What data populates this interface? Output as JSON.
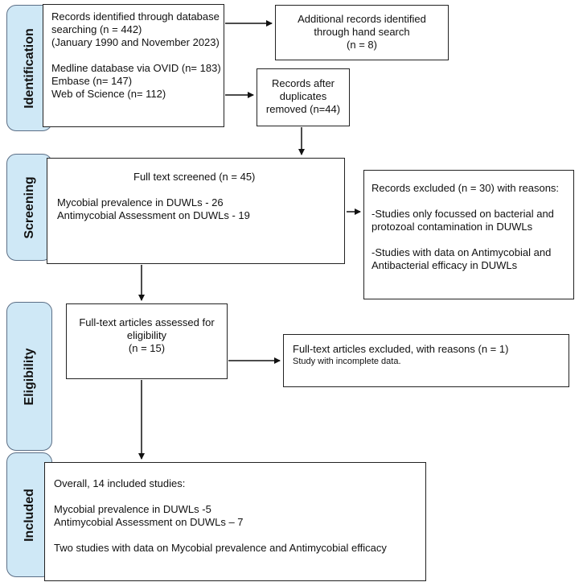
{
  "stages": {
    "identification": "Identification",
    "screening": "Screening",
    "eligibility": "Eligibility",
    "included": "Included"
  },
  "boxes": {
    "database": {
      "lines": [
        "Records identified through database",
        "searching (n = 442)",
        "(January 1990 and November 2023)",
        "",
        "Medline database via OVID (n= 183)",
        "Embase (n= 147)",
        "Web of Science (n= 112)"
      ]
    },
    "hand_search": {
      "lines": [
        "Additional records identified",
        "through hand search",
        "(n = 8)"
      ]
    },
    "duplicates": {
      "lines": [
        "Records after",
        "duplicates",
        "removed (n=44)"
      ]
    },
    "screened": {
      "title": "Full text screened (n = 45)",
      "lines": [
        "Mycobial prevalence in DUWLs - 26",
        "Antimycobial Assessment on DUWLs - 19"
      ]
    },
    "excluded_screening": {
      "lines": [
        "Records excluded (n = 30) with reasons:",
        "",
        "-Studies only focussed on bacterial and",
        "protozoal contamination in DUWLs",
        "",
        "-Studies with data on Antimycobial and",
        "Antibacterial efficacy in DUWLs"
      ]
    },
    "eligibility": {
      "lines": [
        "Full-text articles assessed for",
        "eligibility",
        "(n = 15)"
      ]
    },
    "excluded_eligibility": {
      "title": "Full-text articles excluded, with reasons (n = 1)",
      "note": "Study with incomplete data."
    },
    "included": {
      "lines": [
        "Overall, 14 included studies:",
        "",
        "Mycobial prevalence in DUWLs -5",
        "Antimycobial Assessment on DUWLs – 7",
        "",
        "Two studies with data on Mycobial prevalence and Antimycobial efficacy"
      ]
    }
  }
}
